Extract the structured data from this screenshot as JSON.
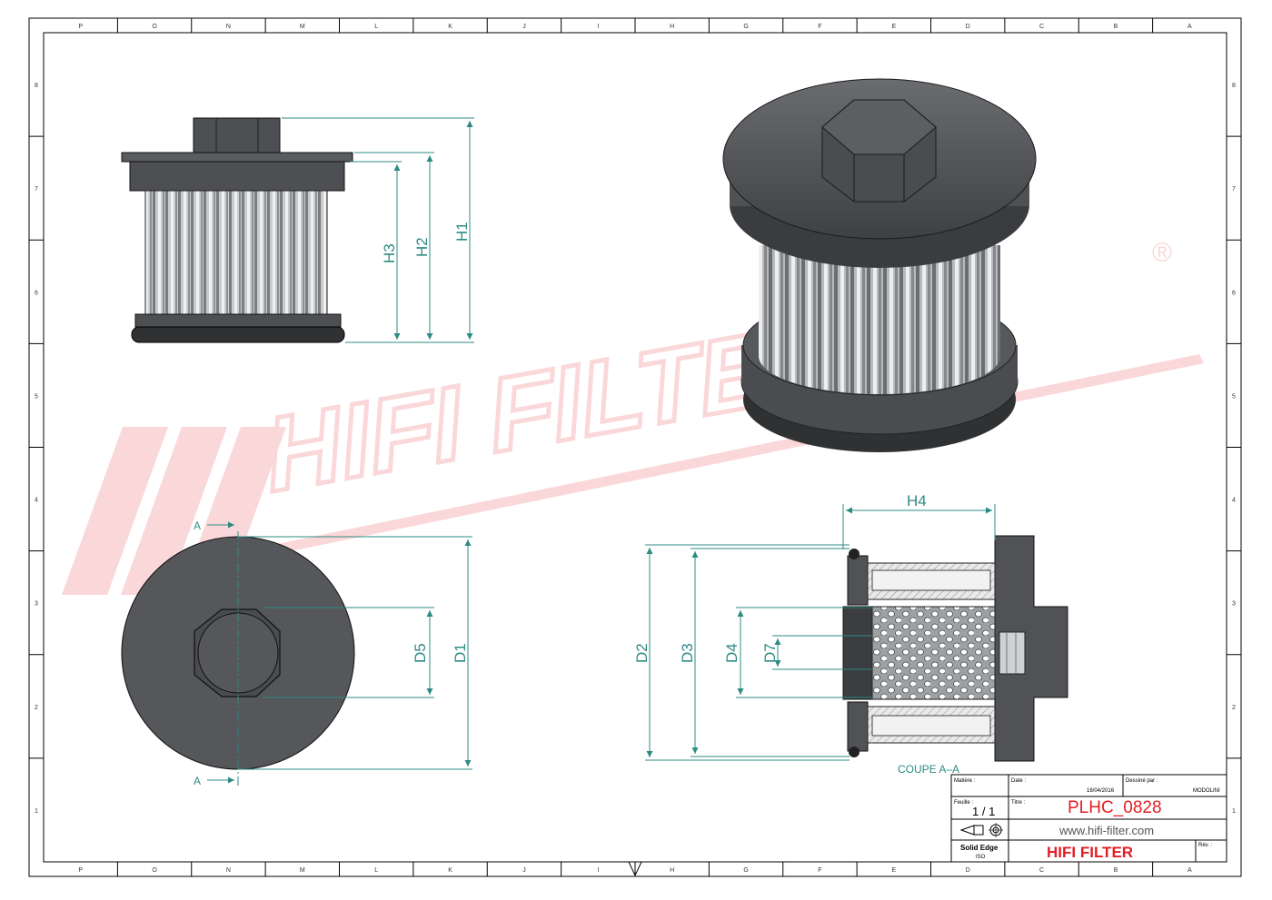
{
  "border": {
    "top_labels": [
      "P",
      "O",
      "N",
      "M",
      "L",
      "K",
      "J",
      "I",
      "H",
      "G",
      "F",
      "E",
      "D",
      "C",
      "B",
      "A"
    ],
    "bottom_labels": [
      "P",
      "O",
      "N",
      "M",
      "L",
      "K",
      "J",
      "I",
      "H",
      "G",
      "F",
      "E",
      "D",
      "C",
      "B",
      "A"
    ],
    "left_labels": [
      "8",
      "7",
      "6",
      "5",
      "4",
      "3",
      "2",
      "1"
    ],
    "right_labels": [
      "8",
      "7",
      "6",
      "5",
      "4",
      "3",
      "2",
      "1"
    ]
  },
  "watermark": {
    "text": "HIFI FILTER",
    "registered": "®",
    "color": "#e8484f"
  },
  "dimensions": {
    "h1": "H1",
    "h2": "H2",
    "h3": "H3",
    "h4": "H4",
    "d1": "D1",
    "d2": "D2",
    "d3": "D3",
    "d4": "D4",
    "d5": "D5",
    "d7": "D7"
  },
  "section": {
    "cut_label_top": "A",
    "cut_label_bottom": "A",
    "caption": "COUPE A–A"
  },
  "title_block": {
    "matiere_label": "Matière :",
    "date_label": "Date :",
    "date_value": "16/04/2016",
    "dessine_label": "Dessiné par :",
    "dessine_value": "MODOLINI",
    "feuille_label": "Feuille :",
    "feuille_value": "1 / 1",
    "titre_label": "Titre :",
    "part_number": "PLHC_0828",
    "website": "www.hifi-filter.com",
    "software": "Solid Edge",
    "software_sub": "ISO",
    "brand": "HIFI FILTER",
    "rev_label": "Rév. :"
  },
  "colors": {
    "accent": "#2e8b84",
    "brand_red": "#e31e24",
    "body_dark": "#55575a"
  }
}
